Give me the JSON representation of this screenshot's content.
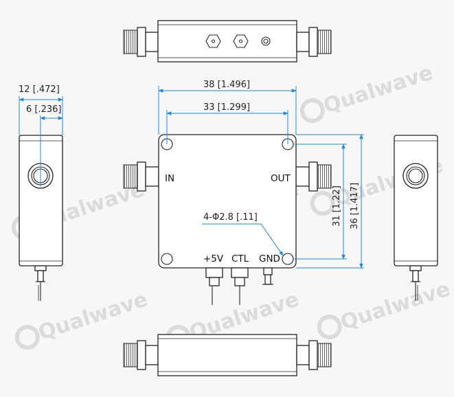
{
  "dimensions": {
    "overall_width": "38 [1.496]",
    "hole_spacing_width": "33 [1.299]",
    "side_depth": "12 [.472]",
    "side_center": "6 [.236]",
    "hole_spacing_height": "31 [1.22]",
    "overall_height": "36 [1.417]",
    "mount_holes": "4-Φ2.8 [.11]"
  },
  "ports": {
    "input": "IN",
    "output": "OUT",
    "power": "+5V",
    "control": "CTL",
    "ground": "GND"
  },
  "watermark": "Qualwave",
  "colors": {
    "dimension_line": "#1e88e5",
    "outline": "#222222",
    "watermark": "#d2d2d2"
  }
}
